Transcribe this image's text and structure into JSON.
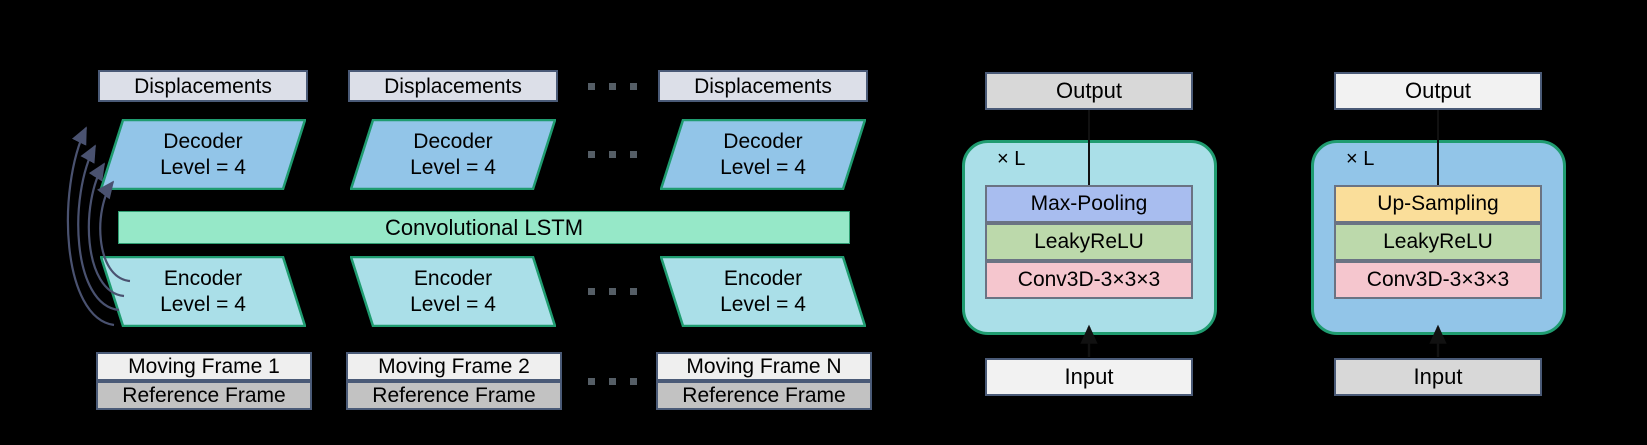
{
  "diagram": {
    "left_panel": {
      "columns": [
        {
          "displacements": "Displacements",
          "decoder_line1": "Decoder",
          "decoder_line2": "Level = 4",
          "encoder_line1": "Encoder",
          "encoder_line2": "Level = 4",
          "moving_frame": "Moving Frame 1",
          "reference_frame": "Reference Frame"
        },
        {
          "displacements": "Displacements",
          "decoder_line1": "Decoder",
          "decoder_line2": "Level = 4",
          "encoder_line1": "Encoder",
          "encoder_line2": "Level = 4",
          "moving_frame": "Moving Frame 2",
          "reference_frame": "Reference Frame"
        },
        {
          "displacements": "Displacements",
          "decoder_line1": "Decoder",
          "decoder_line2": "Level = 4",
          "encoder_line1": "Encoder",
          "encoder_line2": "Level = 4",
          "moving_frame": "Moving Frame N",
          "reference_frame": "Reference Frame"
        }
      ],
      "lstm_label": "Convolutional LSTM"
    },
    "encoder_module": {
      "output_label": "Output",
      "input_label": "Input",
      "repeat_label": "× L",
      "rows": [
        {
          "label": "Max-Pooling"
        },
        {
          "label": "LeakyReLU"
        },
        {
          "label": "Conv3D-3×3×3"
        }
      ]
    },
    "decoder_module": {
      "output_label": "Output",
      "input_label": "Input",
      "repeat_label": "× L",
      "rows": [
        {
          "label": "Up-Sampling"
        },
        {
          "label": "LeakyReLU"
        },
        {
          "label": "Conv3D-3×3×3"
        }
      ]
    },
    "colors": {
      "background": "#000000",
      "displacement_fill": "#dcdfe8",
      "decoder_fill": "#92c5e8",
      "encoder_fill": "#aadfe8",
      "lstm_fill": "#96e8c8",
      "trapezoid_border": "#1f9c70",
      "moving_frame_fill": "#efefef",
      "reference_frame_fill": "#c2c2c2",
      "max_pooling_fill": "#a8bdef",
      "up_sampling_fill": "#fade9a",
      "leaky_relu_fill": "#bcd9ab",
      "conv3d_fill": "#f5c6ce",
      "skip_connection": "#4a5270"
    }
  }
}
